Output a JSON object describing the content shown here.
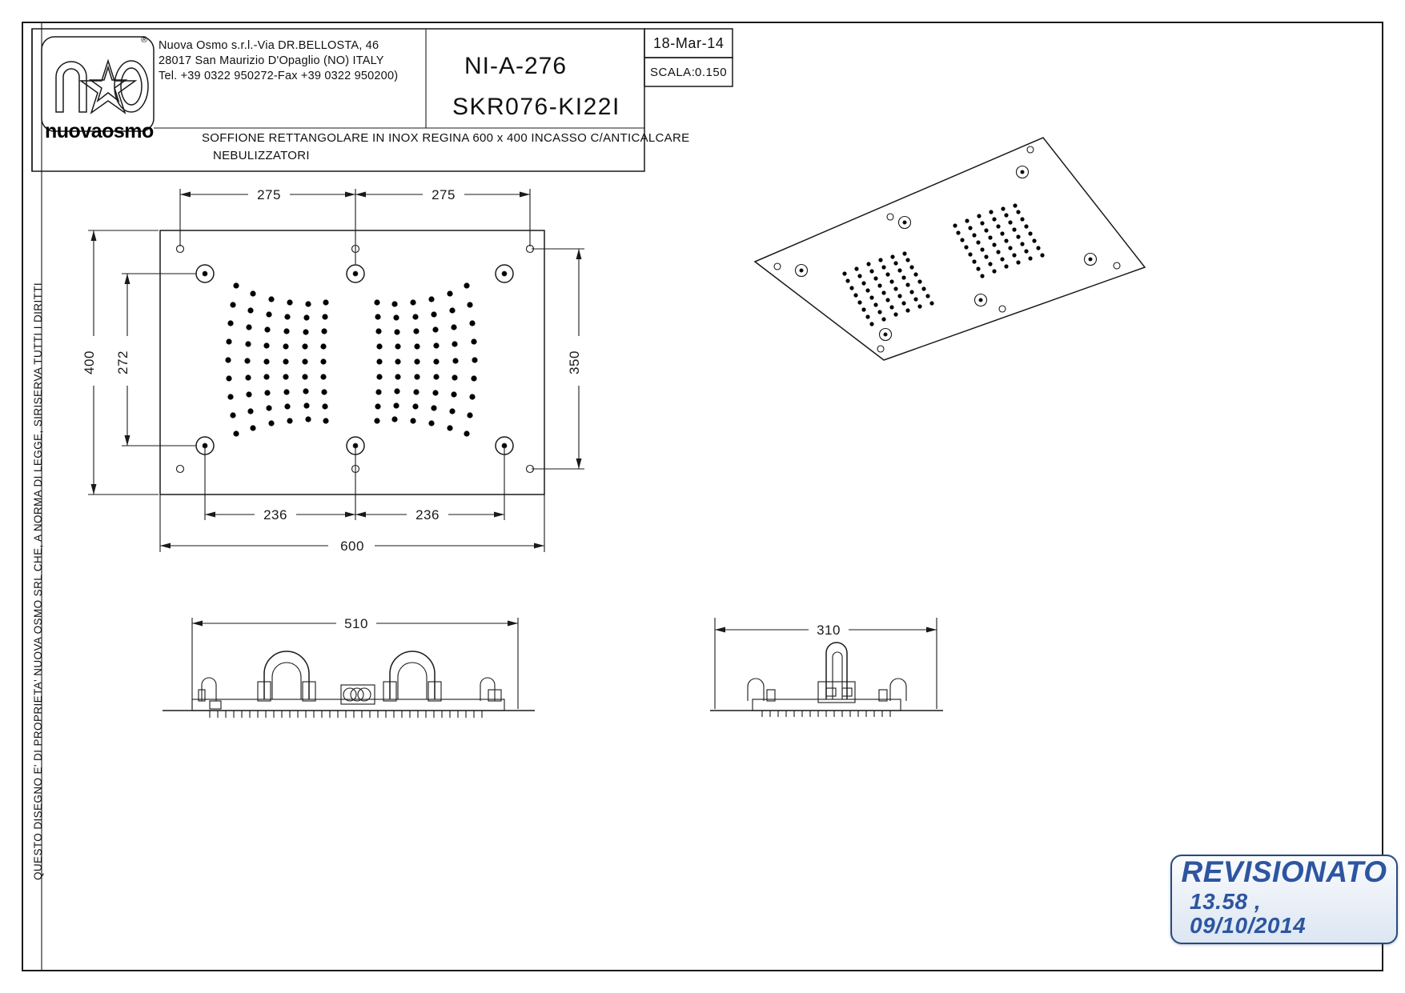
{
  "sheet": {
    "copyright_notice": "QUESTO DISEGNO E' DI PROPRIETA' NUOVA OSMO SRL CHE, A NORMA DI LEGGE, SIRISERVA TUTTI I DIRITTI"
  },
  "title_block": {
    "logo_wordmark": "nuovaosmo",
    "logo_registered": "®",
    "company_lines": [
      "Nuova Osmo s.r.l.-Via DR.BELLOSTA, 46",
      "28017 San Maurizio D'Opaglio (NO) ITALY",
      "Tel. +39 0322 950272-Fax +39 0322 950200)"
    ],
    "drawing_number": "NI-A-276",
    "part_code": "SKR076-KI22I",
    "description_lines": [
      "SOFFIONE RETTANGOLARE IN INOX REGINA 600 x 400 INCASSO C/ANTICALCARE",
      "NEBULIZZATORI"
    ],
    "date": "18-Mar-14",
    "scale_label": "SCALA:",
    "scale_value": "0.150"
  },
  "stamp": {
    "title": "REVISIONATO",
    "subtitle": "13.58 , 09/10/2014",
    "color": "#2d55a0",
    "border_color": "#2a4a7c"
  },
  "views": {
    "plan": {
      "name": "plan-view-top",
      "dimensions": {
        "top_left": "275",
        "top_right": "275",
        "bottom_left": "236",
        "bottom_right": "236",
        "overall_width": "600",
        "overall_height": "400",
        "inner_height": "272",
        "right_height": "350"
      }
    },
    "isometric": {
      "name": "isometric-view"
    },
    "front_elevation": {
      "dimensions": {
        "width": "510"
      }
    },
    "side_elevation": {
      "dimensions": {
        "width": "310"
      }
    }
  },
  "colors": {
    "line": "#1a1a1a",
    "paper": "#ffffff",
    "stamp_blue": "#2d55a0"
  }
}
